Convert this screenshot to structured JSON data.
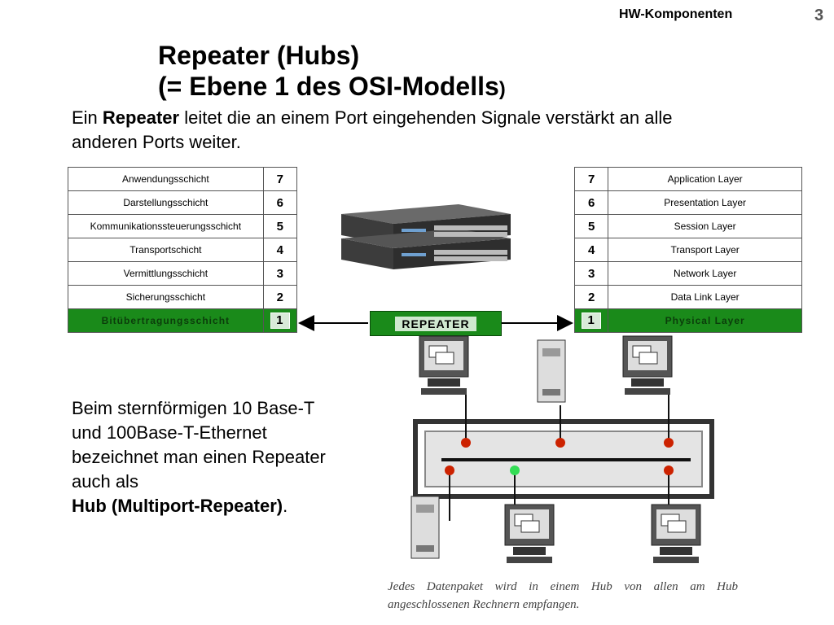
{
  "header": {
    "section": "HW-Komponenten",
    "page_number": "3"
  },
  "title": {
    "line1": "Repeater (Hubs)",
    "line2": "(= Ebene 1 des OSI-Modells",
    "line2_close": ")"
  },
  "intro": {
    "pre": "Ein ",
    "bold": "Repeater",
    "post": " leitet die an einem Port eingehenden Signale verstärkt an alle anderen Ports weiter."
  },
  "osi_left": [
    {
      "label": "Anwendungsschicht",
      "num": "7"
    },
    {
      "label": "Darstellungsschicht",
      "num": "6"
    },
    {
      "label": "Kommunikationssteuerungsschicht",
      "num": "5"
    },
    {
      "label": "Transportschicht",
      "num": "4"
    },
    {
      "label": "Vermittlungsschicht",
      "num": "3"
    },
    {
      "label": "Sicherungsschicht",
      "num": "2"
    },
    {
      "label": "Bitübertragungsschicht",
      "num": "1"
    }
  ],
  "osi_right": [
    {
      "label": "Application Layer",
      "num": "7"
    },
    {
      "label": "Presentation Layer",
      "num": "6"
    },
    {
      "label": "Session Layer",
      "num": "5"
    },
    {
      "label": "Transport Layer",
      "num": "4"
    },
    {
      "label": "Network Layer",
      "num": "3"
    },
    {
      "label": "Data Link Layer",
      "num": "2"
    },
    {
      "label": "Physical Layer",
      "num": "1"
    }
  ],
  "repeater_label": "REPEATER",
  "lower_text": {
    "l1": "Beim sternförmigen 10 Base-T",
    "l2": "und 100Base-T-Ethernet",
    "l3": "bezeichnet man einen Repeater",
    "l4": "auch als",
    "bold": "Hub (Multiport-Repeater)",
    "end": "."
  },
  "caption": "Jedes Datenpaket wird in einem Hub von allen am Hub angeschlossenen Rechnern empfangen.",
  "colors": {
    "layer_green": "#1a8a1a",
    "node_red": "#cc2200",
    "node_green": "#33dd55"
  }
}
